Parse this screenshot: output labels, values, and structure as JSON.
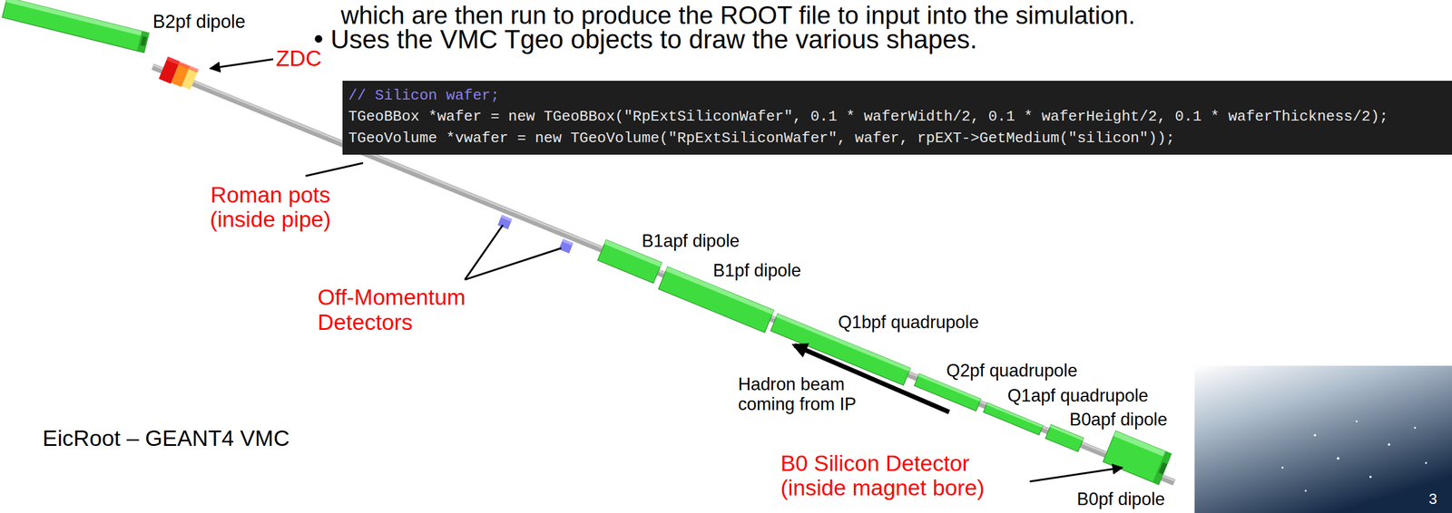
{
  "diagram": {
    "nodes": [
      {
        "text": [
          "// Silicon wafer;",
          "TGeoBBox *wafer = new TGeoBBox(\"RpExtSiliconWafer\", 0.1 * waferWidth/2, 0.1 * waferHeight/2, 0.1 * waferThickness/2);",
          "TGeoVolume *vwafer = new TGeoVolume(\"RpExtSiliconWafer\", wafer, rpEXT->GetMedium(\"silicon\"));"
        ]
      }
    ],
    "labels": [
      "which are then run to produce the ROOT file to input into the simulation.",
      "Uses the VMC Tgeo objects to draw the various shapes.",
      "B2pf dipole",
      "ZDC",
      "Roman pots (inside pipe)",
      "Off-Momentum Detectors",
      "B1apf dipole",
      "B1pf dipole",
      "Q1bpf quadrupole",
      "Q2pf quadrupole",
      "Q1apf quadrupole",
      "B0apf dipole",
      "B0pf dipole",
      "Hadron beam coming from IP",
      "B0 Silicon Detector (inside magnet bore)",
      "EicRoot – GEANT4 VMC",
      "3"
    ]
  }
}
